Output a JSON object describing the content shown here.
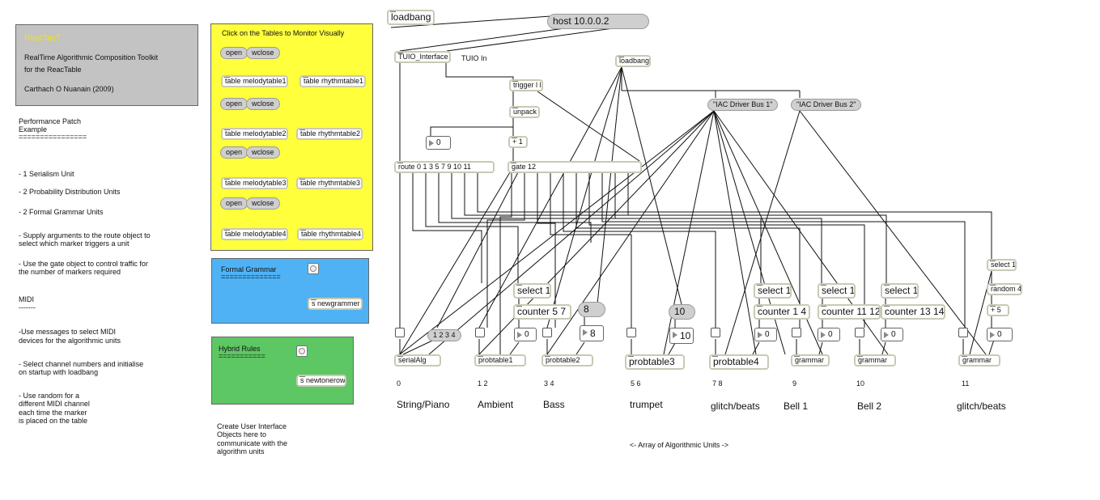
{
  "info_panel": {
    "title": "ReacTacT",
    "line1": "RealTime Algorithmic Composition Toolkit",
    "line2": "for the ReacTable",
    "author": "Carthach O Nuanain (2009)"
  },
  "notes": {
    "heading1": "Performance Patch",
    "heading2": "Example",
    "rule": "================",
    "serialism": "- 1 Serialism Unit",
    "probability": "- 2 Probability Distribution Units",
    "grammar": "- 2 Formal Grammar Units",
    "route_a": "- Supply arguments to the route object to",
    "route_b": "select which marker triggers a unit",
    "gate_a": "- Use the gate object to control traffic for",
    "gate_b": "the number of markers required",
    "midi": "MIDI",
    "midi_rule": "-------",
    "msg_a": "-Use messages to select MIDI",
    "msg_b": "devices for the algorithmic units",
    "chan_a": "- Select channel numbers and initialise",
    "chan_b": "on startup with loadbang",
    "rand_a": "- Use random for a",
    "rand_b": "different MIDI channel",
    "rand_c": "each time the marker",
    "rand_d": "is placed on the table"
  },
  "tables_panel": {
    "title": "Click on the Tables to Monitor Visually",
    "open": "open",
    "wclose": "wclose",
    "melody": [
      "table melodytable1",
      "table melodytable2",
      "table melodytable3",
      "table melodytable4"
    ],
    "rhythm": [
      "table rhythmtable1",
      "table rhythmtable2",
      "table rhythmtable3",
      "table rhythmtable4"
    ]
  },
  "formal_panel": {
    "title": "Formal Grammar",
    "rule": "==============",
    "send": "s newgrammer"
  },
  "hybrid_panel": {
    "title": "Hybrid Rules",
    "rule": "===========",
    "send": "s newtonerow"
  },
  "ui_note": {
    "l1": "Create User Interface",
    "l2": "Objects here to",
    "l3": "communicate with the",
    "l4": "algorithm units"
  },
  "patch": {
    "loadbang": "loadbang",
    "host": "host 10.0.0.2",
    "tuio": "TUIO_Interface",
    "tuio_in": "TUIO In",
    "loadbang2": "loadbang",
    "trigger": "trigger l l",
    "unpack": "unpack i",
    "zero": "0",
    "plus1": "+ 1",
    "route": "route 0 1 3 5 7 9 10 11",
    "gate": "gate 12",
    "iac1": "\"IAC Driver Bus 1\"",
    "iac2": "\"IAC Driver Bus 2\"",
    "msg_1234": "1 2 3 4",
    "msg_8": "8",
    "msg_10": "10",
    "select1": "select 1",
    "counter57": "counter 5 7",
    "counter14": "counter 1 4",
    "counter1112": "counter 11 12",
    "counter1314": "counter 13 14",
    "random4": "random 4",
    "plus5": "+ 5",
    "num_0": "0",
    "num_8": "8",
    "num_10": "10",
    "serialAlg": "serialAlg",
    "probtable1": "probtable1",
    "probtable2": "probtable2",
    "probtable3": "probtable3",
    "probtable4": "probtable4",
    "grammar": "grammar",
    "array_note": "<- Array of Algorithmic Units ->"
  },
  "units": [
    {
      "marker": "0",
      "name": "String/Piano"
    },
    {
      "marker": "1 2",
      "name": "Ambient"
    },
    {
      "marker": "3 4",
      "name": "Bass"
    },
    {
      "marker": "5 6",
      "name": "trumpet"
    },
    {
      "marker": "7 8",
      "name": "glitch/beats"
    },
    {
      "marker": "9",
      "name": "Bell 1"
    },
    {
      "marker": "10",
      "name": "Bell 2"
    },
    {
      "marker": "11",
      "name": "glitch/beats"
    }
  ],
  "colors": {
    "info_bg": "#c3c3c3",
    "info_title": "#f2e600",
    "tables_bg": "#ffff3c",
    "formal_bg": "#4fb2f5",
    "hybrid_bg": "#5dc764"
  }
}
